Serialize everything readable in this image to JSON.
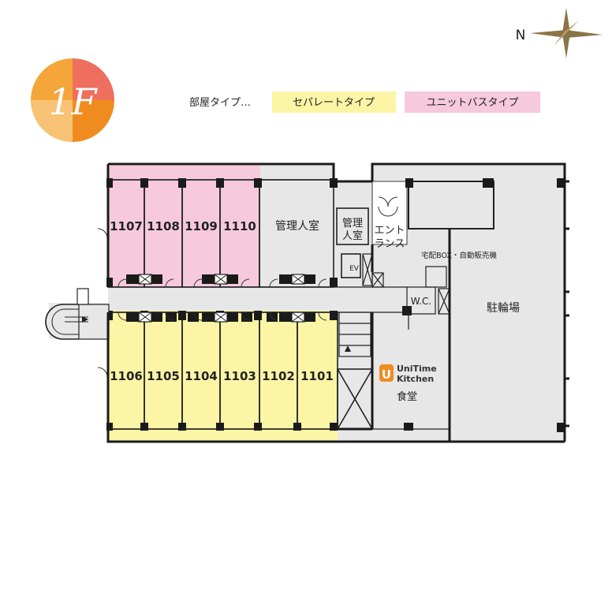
{
  "floor": {
    "label": "1F",
    "colors": [
      "#f4a63b",
      "#ee6f5e",
      "#f7c274",
      "#f08c1f"
    ]
  },
  "compass": {
    "label": "N",
    "color": "#8a7445"
  },
  "legend": {
    "prefix": "部屋タイプ…",
    "types": [
      {
        "label": "セパレートタイプ",
        "color": "#fbf5a5"
      },
      {
        "label": "ユニットバスタイプ",
        "color": "#f6c9dc"
      }
    ]
  },
  "rooms_top": [
    "1107",
    "1108",
    "1109",
    "1110"
  ],
  "rooms_bottom": [
    "1106",
    "1105",
    "1104",
    "1103",
    "1102",
    "1101"
  ],
  "areas": {
    "manager_room": "管理人室",
    "manager_room_small_1": "管理",
    "manager_room_small_2": "人室",
    "entrance_1": "エント",
    "entrance_2": "ランス",
    "delivery_box": "宅配BOX・自動販売機",
    "ev": "EV",
    "wc": "W.C.",
    "bicycle_parking": "駐輪場",
    "dining": "食堂"
  },
  "logo": {
    "line1": "UniTime",
    "line2": "Kitchen",
    "letter": "U",
    "color": "#f08c1f"
  }
}
